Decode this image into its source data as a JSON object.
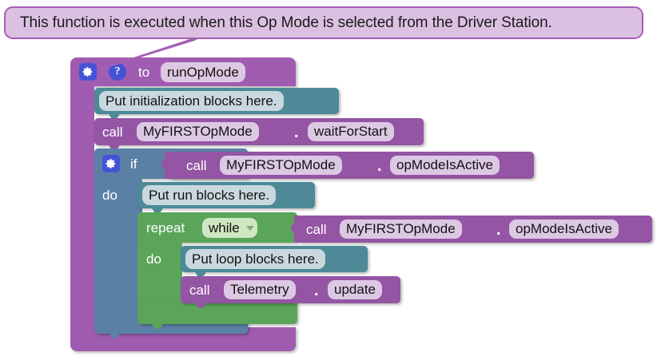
{
  "tooltip": {
    "text": "This function is executed when this Op Mode is selected from the Driver Station.",
    "fill": "#dcc0e2",
    "border": "#a55fb5"
  },
  "colors": {
    "function_block": "#a05cb0",
    "call_block": "#9455a4",
    "if_block": "#5b80a5",
    "comment_block": "#4d8996",
    "loop_block": "#5ba55b",
    "icon_blue": "#4452d6",
    "field_lavender": "#ddc8e4",
    "field_grey": "#c9d8de",
    "field_green": "#cfe7c2",
    "background": "#ffffff"
  },
  "program": {
    "function": {
      "gear_icon": "gear-icon",
      "help_icon": "question-mark-icon",
      "to_label": "to",
      "name": "runOpMode"
    },
    "init_comment": "Put initialization blocks here.",
    "wait_for_start": {
      "call_label": "call",
      "object": "MyFIRSTOpMode",
      "separator": ".",
      "method": "waitForStart"
    },
    "if_block": {
      "gear_icon": "gear-icon",
      "if_label": "if",
      "do_label": "do",
      "condition": {
        "call_label": "call",
        "object": "MyFIRSTOpMode",
        "separator": ".",
        "method": "opModeIsActive"
      }
    },
    "run_comment": "Put run blocks here.",
    "repeat_block": {
      "repeat_label": "repeat",
      "mode": "while",
      "do_label": "do",
      "condition": {
        "call_label": "call",
        "object": "MyFIRSTOpMode",
        "separator": ".",
        "method": "opModeIsActive"
      }
    },
    "loop_comment": "Put loop blocks here.",
    "telemetry_update": {
      "call_label": "call",
      "object": "Telemetry",
      "separator": ".",
      "method": "update"
    }
  }
}
